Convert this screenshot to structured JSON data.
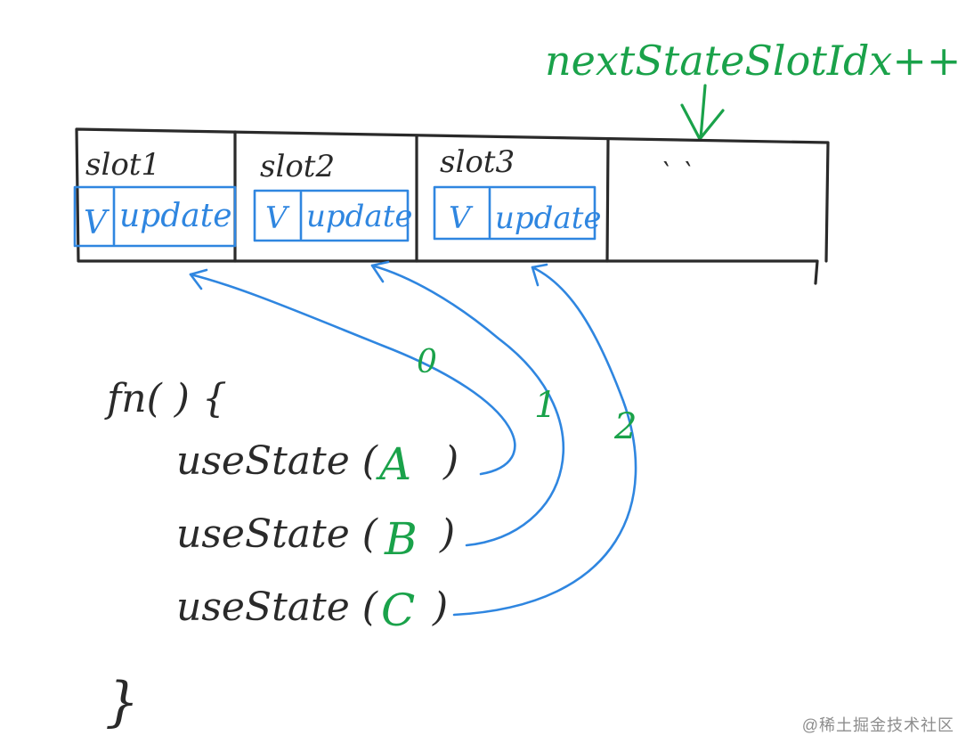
{
  "top_label": "nextStateSlotIdx++",
  "slots": [
    {
      "name": "slot1",
      "v": "V",
      "update": "update"
    },
    {
      "name": "slot2",
      "v": "V",
      "update": "update"
    },
    {
      "name": "slot3",
      "v": "V",
      "update": "update"
    }
  ],
  "empty_slot_marks": "` `",
  "code": {
    "function_header": "fn( ) {",
    "calls": [
      {
        "prefix": "useState (",
        "arg": "A",
        "suffix": ")",
        "index_label": "0"
      },
      {
        "prefix": "useState (",
        "arg": "B",
        "suffix": ")",
        "index_label": "1"
      },
      {
        "prefix": "useState (",
        "arg": "C",
        "suffix": ")",
        "index_label": "2"
      }
    ],
    "closing_brace": "}"
  },
  "watermark": "@稀土掘金技术社区",
  "colors": {
    "ink": "#2a2a2a",
    "blue": "#2f86e0",
    "green": "#1aa24a"
  }
}
